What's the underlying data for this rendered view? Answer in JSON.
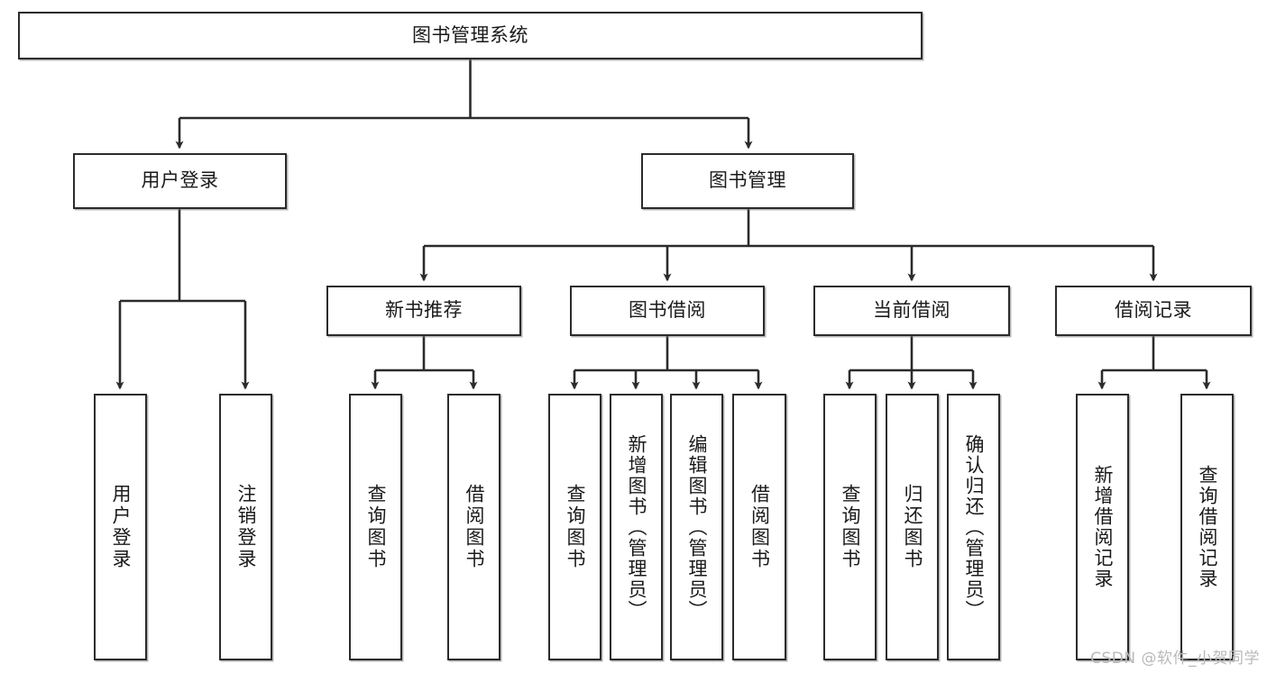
{
  "diagram": {
    "title": "图书管理系统",
    "watermark": "CSDN @软件_小贺同学",
    "colors": {
      "stroke": "#2b2b2b",
      "fill": "#ffffff",
      "text": "#1a1a1a",
      "watermark": "#b9b9b9",
      "shadow": "#787878"
    },
    "root": {
      "label": "图书管理系统"
    },
    "level2": [
      {
        "label": "用户登录"
      },
      {
        "label": "图书管理"
      }
    ],
    "level3": [
      {
        "label": "新书推荐"
      },
      {
        "label": "图书借阅"
      },
      {
        "label": "当前借阅"
      },
      {
        "label": "借阅记录"
      }
    ],
    "leaves": {
      "user_login": [
        {
          "label": "用户登录"
        },
        {
          "label": "注销登录"
        }
      ],
      "new_book": [
        {
          "label": "查询图书"
        },
        {
          "label": "借阅图书"
        }
      ],
      "book_borrow": [
        {
          "label": "查询图书"
        },
        {
          "label": "新增图书（管理员）"
        },
        {
          "label": "编辑图书（管理员）"
        },
        {
          "label": "借阅图书"
        }
      ],
      "current_borrow": [
        {
          "label": "查询图书"
        },
        {
          "label": "归还图书"
        },
        {
          "label": "确认归还（管理员）"
        }
      ],
      "borrow_record": [
        {
          "label": "新增借阅记录"
        },
        {
          "label": "查询借阅记录"
        }
      ]
    }
  }
}
